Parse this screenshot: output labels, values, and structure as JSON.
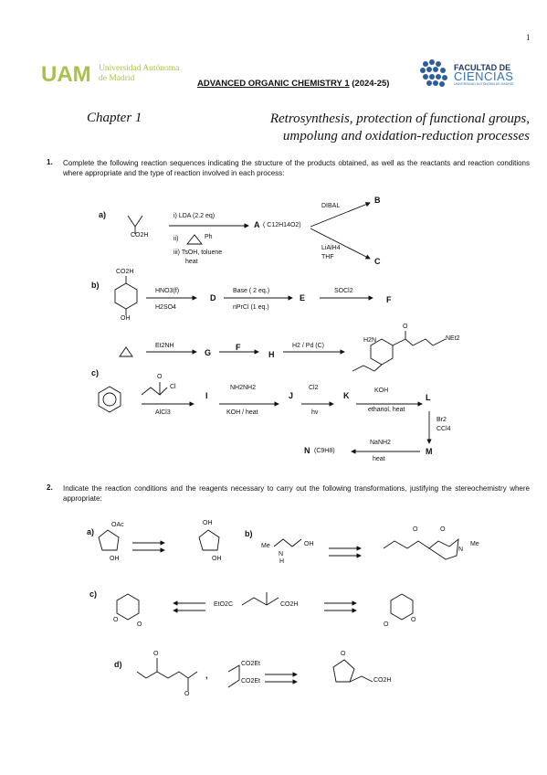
{
  "page_number": "1",
  "header": {
    "uam_logo_text": "UAM",
    "university_line1": "Universidad Autónoma",
    "university_line2": "de Madrid",
    "course": "ADVANCED ORGANIC CHEMISTRY 1",
    "year": "(2024-25)",
    "faculty_line1": "FACULTAD DE",
    "faculty_line2": "CIENCIAS",
    "faculty_line3": "UNIVERSIDAD AUTÓNOMA DE MADRID"
  },
  "chapter": {
    "label": "Chapter 1",
    "title": "Retrosynthesis, protection of functional groups, umpolung and oxidation-reduction processes"
  },
  "question1": {
    "number": "1.",
    "text": "Complete the following reaction sequences indicating the structure of the products obtained, as well as the reactants and reaction conditions where appropriate and the type of reaction involved in each process:",
    "a": {
      "label": "a)",
      "reactant_co2h": "CO2H",
      "cond_1": "i) LDA (2.2 eq)",
      "cond_2": "ii)",
      "cond_2_ph": "Ph",
      "cond_3": "iii) TsOH, toluene",
      "cond_3b": "heat",
      "product": "A",
      "formula": "( C12H14O2)",
      "dibal": "DIBAL",
      "b_label": "B",
      "lialh4": "LiAlH4",
      "thf": "THF",
      "c_label": "C"
    },
    "b": {
      "label": "b)",
      "co2h": "CO2H",
      "oh": "OH",
      "hno3": "HNO3(f)",
      "h2so4": "H2SO4",
      "d": "D",
      "base": "Base ( 2 eq.)",
      "nprcl": "nPrCl (1 eq.)",
      "e": "E",
      "socl2": "SOCl2",
      "f": "F",
      "et2nh": "Et2NH",
      "g": "G",
      "f2": "F",
      "h": "H",
      "h2pd": "H2 / Pd (C)",
      "h2n": "H2N",
      "net2": "NEt2",
      "o_label": "O"
    },
    "c": {
      "label": "c)",
      "cl": "Cl",
      "o": "O",
      "alcl3": "AlCl3",
      "i": "I",
      "nh2nh2": "NH2NH2",
      "koh_heat": "KOH / heat",
      "j": "J",
      "cl2": "Cl2",
      "hv": "hv",
      "k": "K",
      "koh": "KOH",
      "ethanol": "ethanol, heat",
      "l": "L",
      "br2": "Br2",
      "ccl4": "CCl4",
      "m": "M",
      "nanh2": "NaNH2",
      "heat": "heat",
      "n": "N",
      "n_formula": "(C9H8)"
    }
  },
  "question2": {
    "number": "2.",
    "text": "Indicate the reaction conditions and the reagents necessary to carry out the following transformations, justifying the stereochemistry where appropriate:",
    "a": {
      "label": "a)",
      "oac": "OAc",
      "oh": "OH",
      "oh2": "OH",
      "oh3": "OH"
    },
    "b": {
      "label": "b)",
      "me": "Me",
      "n": "N",
      "h": "H",
      "oh": "OH",
      "o1": "O",
      "o2": "O",
      "n2": "N",
      "me2": "Me"
    },
    "c": {
      "label": "c)",
      "reagent": "EtO2C",
      "co2h": "CO2H",
      "o1": "O",
      "o2": "O",
      "o3": "O",
      "o4": "O"
    },
    "d": {
      "label": "d)",
      "o1": "O",
      "o2": "O",
      "comma": ",",
      "co2et1": "CO2Et",
      "co2et2": "CO2Et",
      "o3": "O",
      "co2h": "CO2H"
    }
  }
}
